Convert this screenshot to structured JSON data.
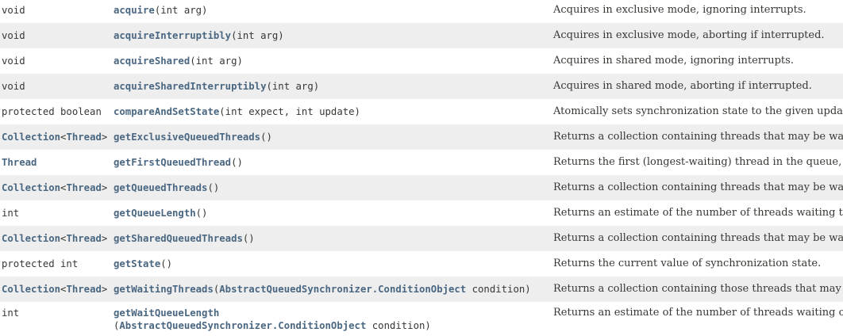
{
  "colors": {
    "link_teal": "#4A6782",
    "code_text": "#353833",
    "description_text": "#353833",
    "row_stripe": "#EEEEEF",
    "row_plain": "#FFFFFF"
  },
  "table": {
    "rows": [
      {
        "type": [
          {
            "text": "void",
            "style": "plain"
          }
        ],
        "method": [
          {
            "text": "acquire",
            "style": "link"
          },
          {
            "text": "(int arg)",
            "style": "plain"
          }
        ],
        "description": "Acquires in exclusive mode, ignoring interrupts."
      },
      {
        "type": [
          {
            "text": "void",
            "style": "plain"
          }
        ],
        "method": [
          {
            "text": "acquireInterruptibly",
            "style": "link"
          },
          {
            "text": "(int arg)",
            "style": "plain"
          }
        ],
        "description": "Acquires in exclusive mode, aborting if interrupted."
      },
      {
        "type": [
          {
            "text": "void",
            "style": "plain"
          }
        ],
        "method": [
          {
            "text": "acquireShared",
            "style": "link"
          },
          {
            "text": "(int arg)",
            "style": "plain"
          }
        ],
        "description": "Acquires in shared mode, ignoring interrupts."
      },
      {
        "type": [
          {
            "text": "void",
            "style": "plain"
          }
        ],
        "method": [
          {
            "text": "acquireSharedInterruptibly",
            "style": "link"
          },
          {
            "text": "(int arg)",
            "style": "plain"
          }
        ],
        "description": "Acquires in shared mode, aborting if interrupted."
      },
      {
        "type": [
          {
            "text": "protected boolean",
            "style": "plain"
          }
        ],
        "method": [
          {
            "text": "compareAndSetState",
            "style": "link"
          },
          {
            "text": "(int expect, int update)",
            "style": "plain"
          }
        ],
        "description": "Atomically sets synchronization state to the given updated value if the current state value equals the expected value."
      },
      {
        "type": [
          {
            "text": "Collection",
            "style": "link"
          },
          {
            "text": "<",
            "style": "plain"
          },
          {
            "text": "Thread",
            "style": "link"
          },
          {
            "text": ">",
            "style": "plain"
          }
        ],
        "method": [
          {
            "text": "getExclusiveQueuedThreads",
            "style": "link"
          },
          {
            "text": "()",
            "style": "plain"
          }
        ],
        "description": "Returns a collection containing threads that may be waiting to acquire in exclusive mode."
      },
      {
        "type": [
          {
            "text": "Thread",
            "style": "link"
          }
        ],
        "method": [
          {
            "text": "getFirstQueuedThread",
            "style": "link"
          },
          {
            "text": "()",
            "style": "plain"
          }
        ],
        "description": "Returns the first (longest-waiting) thread in the queue, or null if no threads are currently queued."
      },
      {
        "type": [
          {
            "text": "Collection",
            "style": "link"
          },
          {
            "text": "<",
            "style": "plain"
          },
          {
            "text": "Thread",
            "style": "link"
          },
          {
            "text": ">",
            "style": "plain"
          }
        ],
        "method": [
          {
            "text": "getQueuedThreads",
            "style": "link"
          },
          {
            "text": "()",
            "style": "plain"
          }
        ],
        "description": "Returns a collection containing threads that may be waiting to acquire."
      },
      {
        "type": [
          {
            "text": "int",
            "style": "plain"
          }
        ],
        "method": [
          {
            "text": "getQueueLength",
            "style": "link"
          },
          {
            "text": "()",
            "style": "plain"
          }
        ],
        "description": "Returns an estimate of the number of threads waiting to acquire."
      },
      {
        "type": [
          {
            "text": "Collection",
            "style": "link"
          },
          {
            "text": "<",
            "style": "plain"
          },
          {
            "text": "Thread",
            "style": "link"
          },
          {
            "text": ">",
            "style": "plain"
          }
        ],
        "method": [
          {
            "text": "getSharedQueuedThreads",
            "style": "link"
          },
          {
            "text": "()",
            "style": "plain"
          }
        ],
        "description": "Returns a collection containing threads that may be waiting to acquire in shared mode."
      },
      {
        "type": [
          {
            "text": "protected int",
            "style": "plain"
          }
        ],
        "method": [
          {
            "text": "getState",
            "style": "link"
          },
          {
            "text": "()",
            "style": "plain"
          }
        ],
        "description": "Returns the current value of synchronization state."
      },
      {
        "type": [
          {
            "text": "Collection",
            "style": "link"
          },
          {
            "text": "<",
            "style": "plain"
          },
          {
            "text": "Thread",
            "style": "link"
          },
          {
            "text": ">",
            "style": "plain"
          }
        ],
        "method": [
          {
            "text": "getWaitingThreads",
            "style": "link"
          },
          {
            "text": "(",
            "style": "plain"
          },
          {
            "text": "AbstractQueuedSynchronizer.ConditionObject",
            "style": "link"
          },
          {
            "text": " condition)",
            "style": "plain"
          }
        ],
        "description": "Returns a collection containing those threads that may be waiting on the given condition associated with this synchronizer."
      },
      {
        "type": [
          {
            "text": "int",
            "style": "plain"
          }
        ],
        "method": [
          {
            "text": "getWaitQueueLength",
            "style": "link"
          },
          {
            "text": "",
            "style": "br"
          },
          {
            "text": "(",
            "style": "plain"
          },
          {
            "text": "AbstractQueuedSynchronizer.ConditionObject",
            "style": "link"
          },
          {
            "text": " condition)",
            "style": "plain"
          }
        ],
        "description": "Returns an estimate of the number of threads waiting on the given condition associated with this synchronizer."
      }
    ]
  }
}
